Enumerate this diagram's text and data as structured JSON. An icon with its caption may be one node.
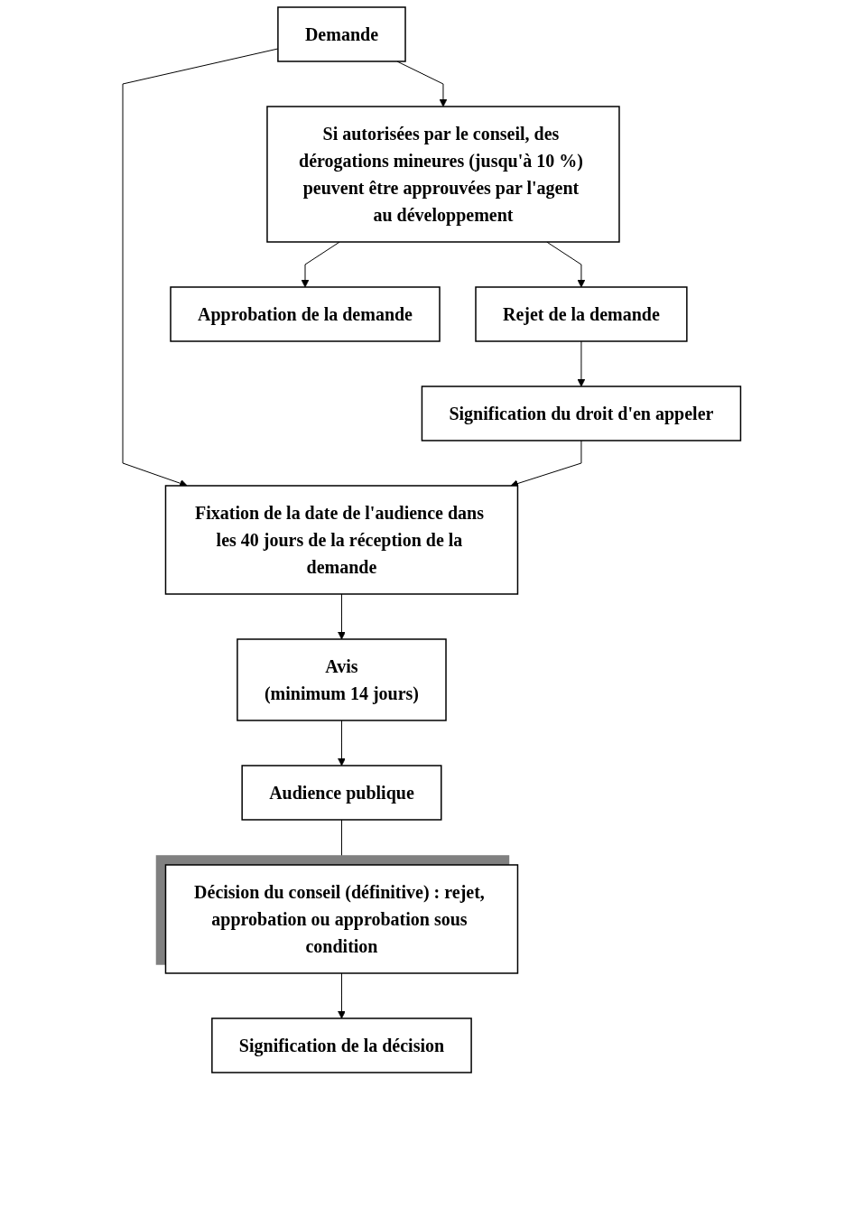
{
  "diagram": {
    "nodes": [
      {
        "text": [
          "Demande"
        ]
      },
      {
        "text": [
          "Si autorisées par le conseil, des dérogations mineures (jusqu'à 10 %) peuvent être approuvées par l'agent au développement"
        ]
      },
      {
        "text": [
          "Fixation de la date de l'audience dans les 40 jours de la réception de la demande"
        ]
      },
      {
        "text": [
          "Rejet de la demande"
        ]
      },
      {
        "text": [
          "Approbation de la demande"
        ]
      },
      {
        "text": [
          "Signification du droit d'en appeler"
        ]
      },
      {
        "text": [
          "Avis",
          "(minimum 14 jours)"
        ]
      },
      {
        "text": [
          "Audience publique"
        ]
      },
      {
        "text": [
          "Décision du conseil (définitive) : rejet, approbation ou approbation sous condition"
        ]
      },
      {
        "text": [
          "Signification de la décision"
        ]
      }
    ],
    "edges": [
      {
        "from": 0,
        "to": 1,
        "arrow": "to"
      },
      {
        "from": 0,
        "to": 2,
        "arrow": "to"
      },
      {
        "from": 1,
        "to": 3,
        "arrow": "to"
      },
      {
        "from": 1,
        "to": 4,
        "arrow": "to"
      },
      {
        "from": 3,
        "to": 5,
        "arrow": "to"
      },
      {
        "from": 5,
        "to": 2,
        "arrow": "to"
      },
      {
        "from": 2,
        "to": 6,
        "arrow": "to"
      },
      {
        "from": 6,
        "to": 7,
        "arrow": "to"
      },
      {
        "from": 7,
        "to": 8,
        "arrow": "to"
      },
      {
        "from": 8,
        "to": 9,
        "arrow": "to"
      }
    ]
  }
}
